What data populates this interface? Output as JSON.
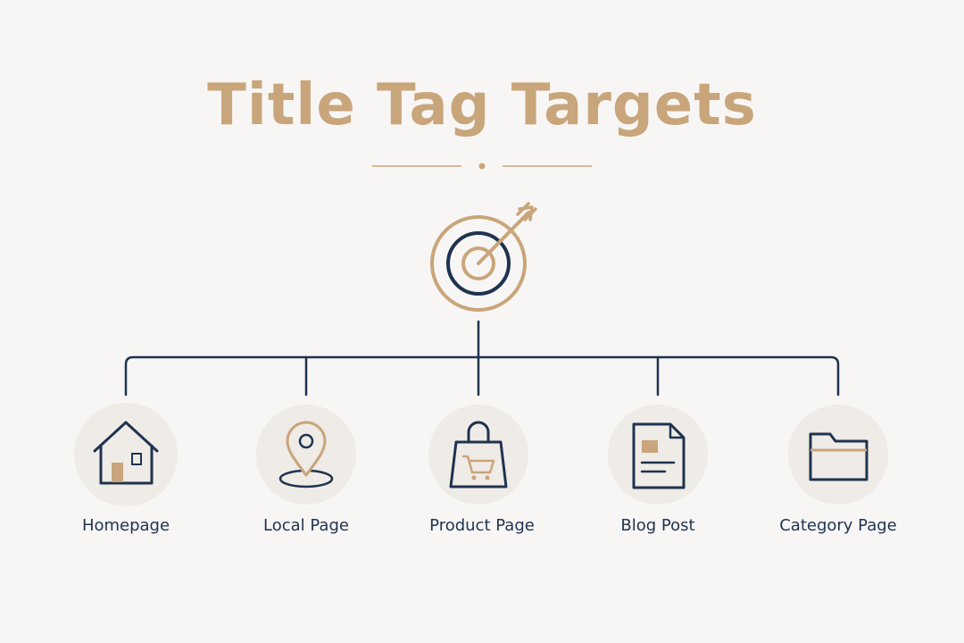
{
  "title": "Title Tag Targets",
  "colors": {
    "accent": "#c9a57b",
    "navy": "#1f3350",
    "circle_bg": "#efebe6",
    "background": "#f7f6f4"
  },
  "root": {
    "icon": "target-icon"
  },
  "nodes": [
    {
      "label": "Homepage",
      "icon": "house-icon"
    },
    {
      "label": "Local Page",
      "icon": "map-pin-icon"
    },
    {
      "label": "Product Page",
      "icon": "shopping-bag-icon"
    },
    {
      "label": "Blog Post",
      "icon": "document-icon"
    },
    {
      "label": "Category Page",
      "icon": "folder-icon"
    }
  ]
}
